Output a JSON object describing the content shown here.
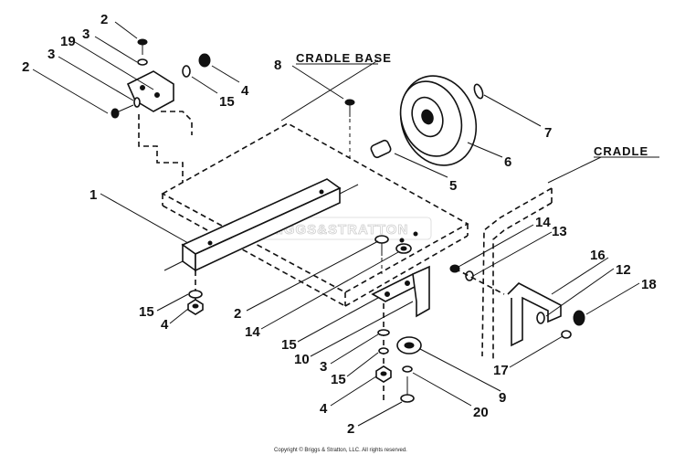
{
  "titles": {
    "cradle_base": "CRADLE BASE",
    "cradle": "CRADLE"
  },
  "watermark": "BRIGGS&STRATTON",
  "copyright": "Copyright © Briggs & Stratton, LLC. All rights reserved.",
  "callouts": [
    {
      "id": "c-2-top",
      "text": "2"
    },
    {
      "id": "c-3-top",
      "text": "3"
    },
    {
      "id": "c-19",
      "text": "19"
    },
    {
      "id": "c-3-mid",
      "text": "3"
    },
    {
      "id": "c-2-left",
      "text": "2"
    },
    {
      "id": "c-15-top",
      "text": "15"
    },
    {
      "id": "c-4-top",
      "text": "4"
    },
    {
      "id": "c-8",
      "text": "8"
    },
    {
      "id": "c-7",
      "text": "7"
    },
    {
      "id": "c-6",
      "text": "6"
    },
    {
      "id": "c-5",
      "text": "5"
    },
    {
      "id": "c-1",
      "text": "1"
    },
    {
      "id": "c-14-right",
      "text": "14"
    },
    {
      "id": "c-13",
      "text": "13"
    },
    {
      "id": "c-16",
      "text": "16"
    },
    {
      "id": "c-12",
      "text": "12"
    },
    {
      "id": "c-18",
      "text": "18"
    },
    {
      "id": "c-17",
      "text": "17"
    },
    {
      "id": "c-15-left",
      "text": "15"
    },
    {
      "id": "c-4-left",
      "text": "4"
    },
    {
      "id": "c-2-mid",
      "text": "2"
    },
    {
      "id": "c-14-mid",
      "text": "14"
    },
    {
      "id": "c-15-mid",
      "text": "15"
    },
    {
      "id": "c-10",
      "text": "10"
    },
    {
      "id": "c-3-bottom",
      "text": "3"
    },
    {
      "id": "c-15-bottom",
      "text": "15"
    },
    {
      "id": "c-9",
      "text": "9"
    },
    {
      "id": "c-4-bottom",
      "text": "4"
    },
    {
      "id": "c-20",
      "text": "20"
    },
    {
      "id": "c-2-bottom",
      "text": "2"
    }
  ]
}
